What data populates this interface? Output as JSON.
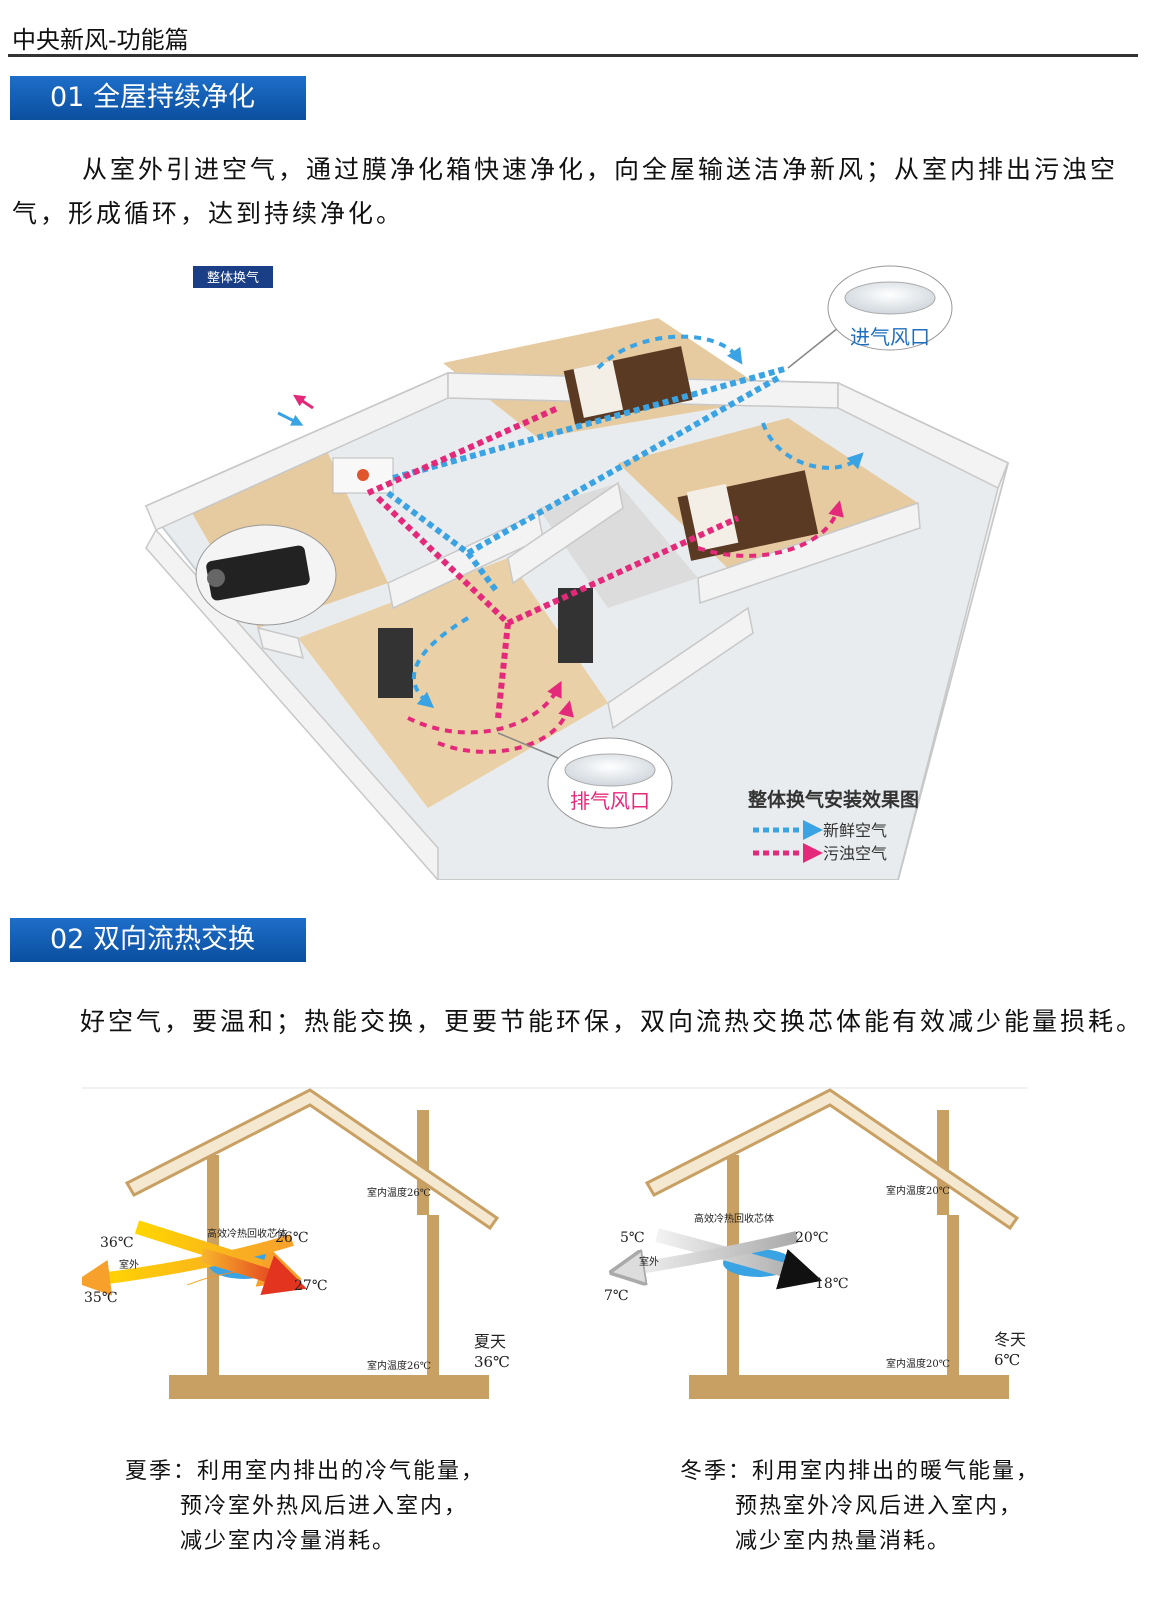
{
  "header": {
    "title": "中央新风-功能篇"
  },
  "section1": {
    "number": "01",
    "title": "全屋持续净化",
    "paragraph": "从室外引进空气，通过膜净化箱快速净化，向全屋输送洁净新风；从室内排出污浊空气，形成循环，达到持续净化。",
    "figure": {
      "badge": "整体换气",
      "intake_label": "进气风口",
      "exhaust_label": "排气风口",
      "legend_title": "整体换气安装效果图",
      "legend_fresh": "新鲜空气",
      "legend_dirty": "污浊空气",
      "colors": {
        "fresh": "#3aa3e3",
        "dirty": "#e5297a"
      }
    }
  },
  "section2": {
    "number": "02",
    "title": "双向流热交换",
    "paragraph": "好空气，要温和；热能交换，更要节能环保，双向流热交换芯体能有效减少能量损耗。",
    "summer": {
      "core_label": "高效冷热回收芯体",
      "outdoor_label": "室外",
      "indoor_top": "室内温度26℃",
      "indoor_bottom": "室内温度26℃",
      "t_in_outdoor": "36℃",
      "t_to_indoor": "27℃",
      "t_from_indoor": "26℃",
      "t_exhaust": "35℃",
      "season": "夏天",
      "season_temp": "36℃",
      "caption_line1": "夏季：利用室内排出的冷气能量，",
      "caption_line2": "预冷室外热风后进入室内，",
      "caption_line3": "减少室内冷量消耗。"
    },
    "winter": {
      "core_label": "高效冷热回收芯体",
      "outdoor_label": "室外",
      "indoor_top": "室内温度20℃",
      "indoor_bottom": "室内温度20℃",
      "t_in_outdoor": "5℃",
      "t_to_indoor": "18℃",
      "t_from_indoor": "20℃",
      "t_exhaust": "7℃",
      "season": "冬天",
      "season_temp": "6℃",
      "caption_line1": "冬季：利用室内排出的暖气能量，",
      "caption_line2": "预热室外冷风后进入室内，",
      "caption_line3": "减少室内热量消耗。"
    }
  }
}
